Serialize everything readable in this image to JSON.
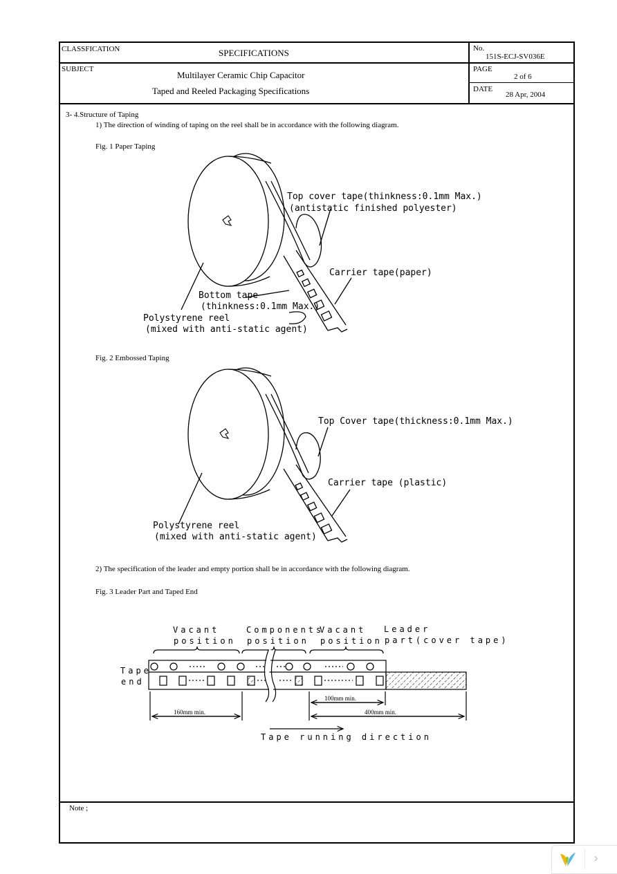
{
  "header": {
    "classification_label": "CLASSFICATION",
    "classification_value": "SPECIFICATIONS",
    "no_label": "No.",
    "no_value": "151S-ECJ-SV036E",
    "subject_label": "SUBJECT",
    "subject_line1": "Multilayer Ceramic Chip Capacitor",
    "subject_line2": "Taped and Reeled Packaging Specifications",
    "page_label": "PAGE",
    "page_value": "2  of  6",
    "date_label": "DATE",
    "date_value": "28 Apr, 2004"
  },
  "section": {
    "title": "3- 4.Structure of Taping",
    "item1": "1)  The direction of winding of taping on the reel shall be in accordance with the following diagram.",
    "item2": "2)  The specification of the leader and empty portion shall be in accordance with the following diagram."
  },
  "fig1": {
    "caption": "Fig. 1  Paper Taping",
    "top_cover_line1": "Top cover tape(thinkness:0.1mm Max.)",
    "top_cover_line2": "(antistatic finished polyester)",
    "carrier": "Carrier tape(paper)",
    "bottom_line1": "Bottom tape",
    "bottom_line2": "(thinkness:0.1mm Max.)",
    "reel_line1": "Polystyrene reel",
    "reel_line2": "(mixed with anti-static agent)"
  },
  "fig2": {
    "caption": "Fig. 2  Embossed Taping",
    "top_cover": "Top Cover tape(thickness:0.1mm Max.)",
    "carrier": "Carrier tape (plastic)",
    "reel_line1": "Polystyrene reel",
    "reel_line2": "(mixed with anti-static agent)"
  },
  "fig3": {
    "caption": "Fig. 3    Leader Part and Taped End",
    "vacant1_line1": "Vacant",
    "vacant1_line2": "position",
    "components_line1": "Components",
    "components_line2": "position",
    "vacant2_line1": "Vacant",
    "vacant2_line2": "position",
    "leader_line1": "Leader",
    "leader_line2": "part(cover tape)",
    "tape_end_line1": "Tape",
    "tape_end_line2": "end",
    "dim_160": "160mm min.",
    "dim_100": "100mm min.",
    "dim_400": "400mm min.",
    "direction": "Tape running direction"
  },
  "note": {
    "label": "Note ;"
  }
}
